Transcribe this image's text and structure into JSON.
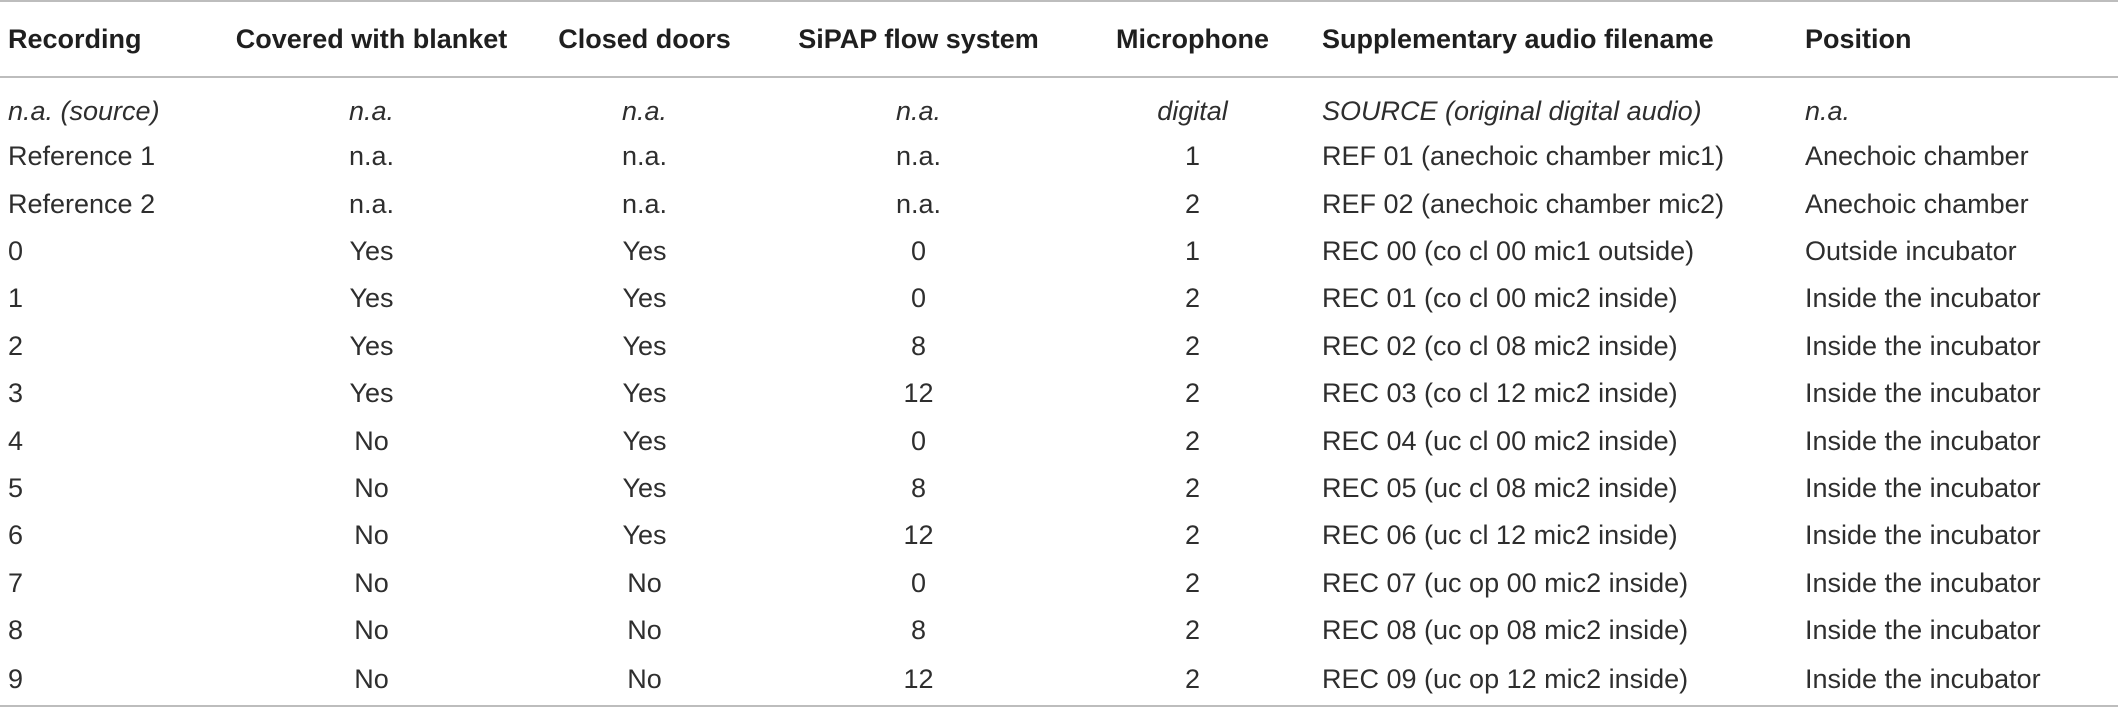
{
  "table": {
    "headers": [
      "Recording",
      "Covered with blanket",
      "Closed doors",
      "SiPAP flow system",
      "Microphone",
      "Supplementary audio filename",
      "Position"
    ],
    "rows": [
      [
        "n.a. (source)",
        "n.a.",
        "n.a.",
        "n.a.",
        "digital",
        "SOURCE (original digital audio)",
        "n.a."
      ],
      [
        "Reference 1",
        "n.a.",
        "n.a.",
        "n.a.",
        "1",
        "REF 01 (anechoic chamber mic1)",
        "Anechoic chamber"
      ],
      [
        "Reference 2",
        "n.a.",
        "n.a.",
        "n.a.",
        "2",
        "REF 02 (anechoic chamber mic2)",
        "Anechoic chamber"
      ],
      [
        "0",
        "Yes",
        "Yes",
        "0",
        "1",
        "REC 00 (co cl 00 mic1 outside)",
        "Outside incubator"
      ],
      [
        "1",
        "Yes",
        "Yes",
        "0",
        "2",
        "REC 01 (co cl 00 mic2 inside)",
        "Inside the incubator"
      ],
      [
        "2",
        "Yes",
        "Yes",
        "8",
        "2",
        "REC 02 (co cl 08 mic2 inside)",
        "Inside the incubator"
      ],
      [
        "3",
        "Yes",
        "Yes",
        "12",
        "2",
        "REC 03 (co cl 12 mic2 inside)",
        "Inside the incubator"
      ],
      [
        "4",
        "No",
        "Yes",
        "0",
        "2",
        "REC 04 (uc cl 00 mic2 inside)",
        "Inside the incubator"
      ],
      [
        "5",
        "No",
        "Yes",
        "8",
        "2",
        "REC 05 (uc cl 08 mic2 inside)",
        "Inside the incubator"
      ],
      [
        "6",
        "No",
        "Yes",
        "12",
        "2",
        "REC 06 (uc cl 12 mic2 inside)",
        "Inside the incubator"
      ],
      [
        "7",
        "No",
        "No",
        "0",
        "2",
        "REC 07 (uc op 00 mic2 inside)",
        "Inside the incubator"
      ],
      [
        "8",
        "No",
        "No",
        "8",
        "2",
        "REC 08 (uc op 08 mic2 inside)",
        "Inside the incubator"
      ],
      [
        "9",
        "No",
        "No",
        "12",
        "2",
        "REC 09 (uc op 12 mic2 inside)",
        "Inside the incubator"
      ]
    ]
  }
}
